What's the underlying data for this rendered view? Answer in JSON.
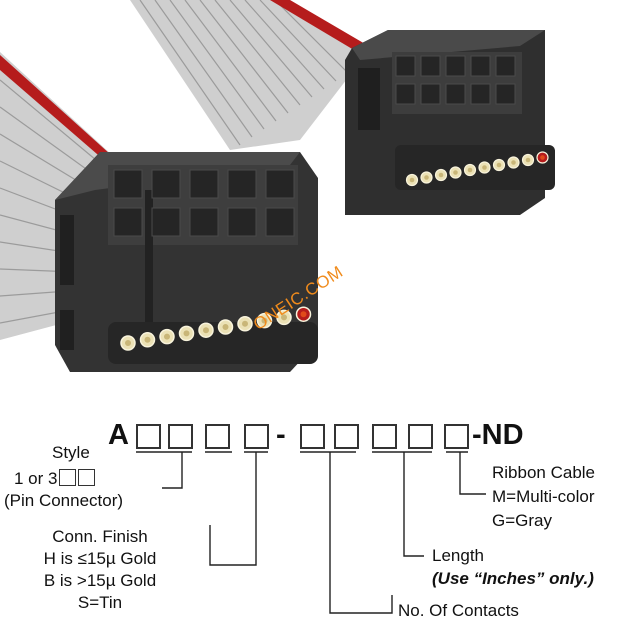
{
  "part_number": {
    "prefix": "A",
    "suffix": "-ND",
    "separator": "-"
  },
  "watermark": "ONEIC.COM",
  "annotations": {
    "style": "Style",
    "style_code": "1 or 3",
    "pin_connector": "(Pin Connector)",
    "conn_finish_title": "Conn. Finish",
    "finish_h": "H is ≤15µ Gold",
    "finish_b": "B is >15µ Gold",
    "finish_s": "S=Tin",
    "ribbon_title": "Ribbon Cable",
    "ribbon_m": "M=Multi-color",
    "ribbon_g": "G=Gray",
    "length_title": "Length",
    "length_note": "(Use “Inches” only.)",
    "contacts": "No. Of Contacts"
  },
  "colors": {
    "connector_body": "#3a3a3a",
    "cable_gray": "#c9c9c9",
    "cable_red_stripe": "#b51c1c",
    "contact_gold": "#e6d7a2",
    "watermark_orange": "#f08b1c"
  }
}
